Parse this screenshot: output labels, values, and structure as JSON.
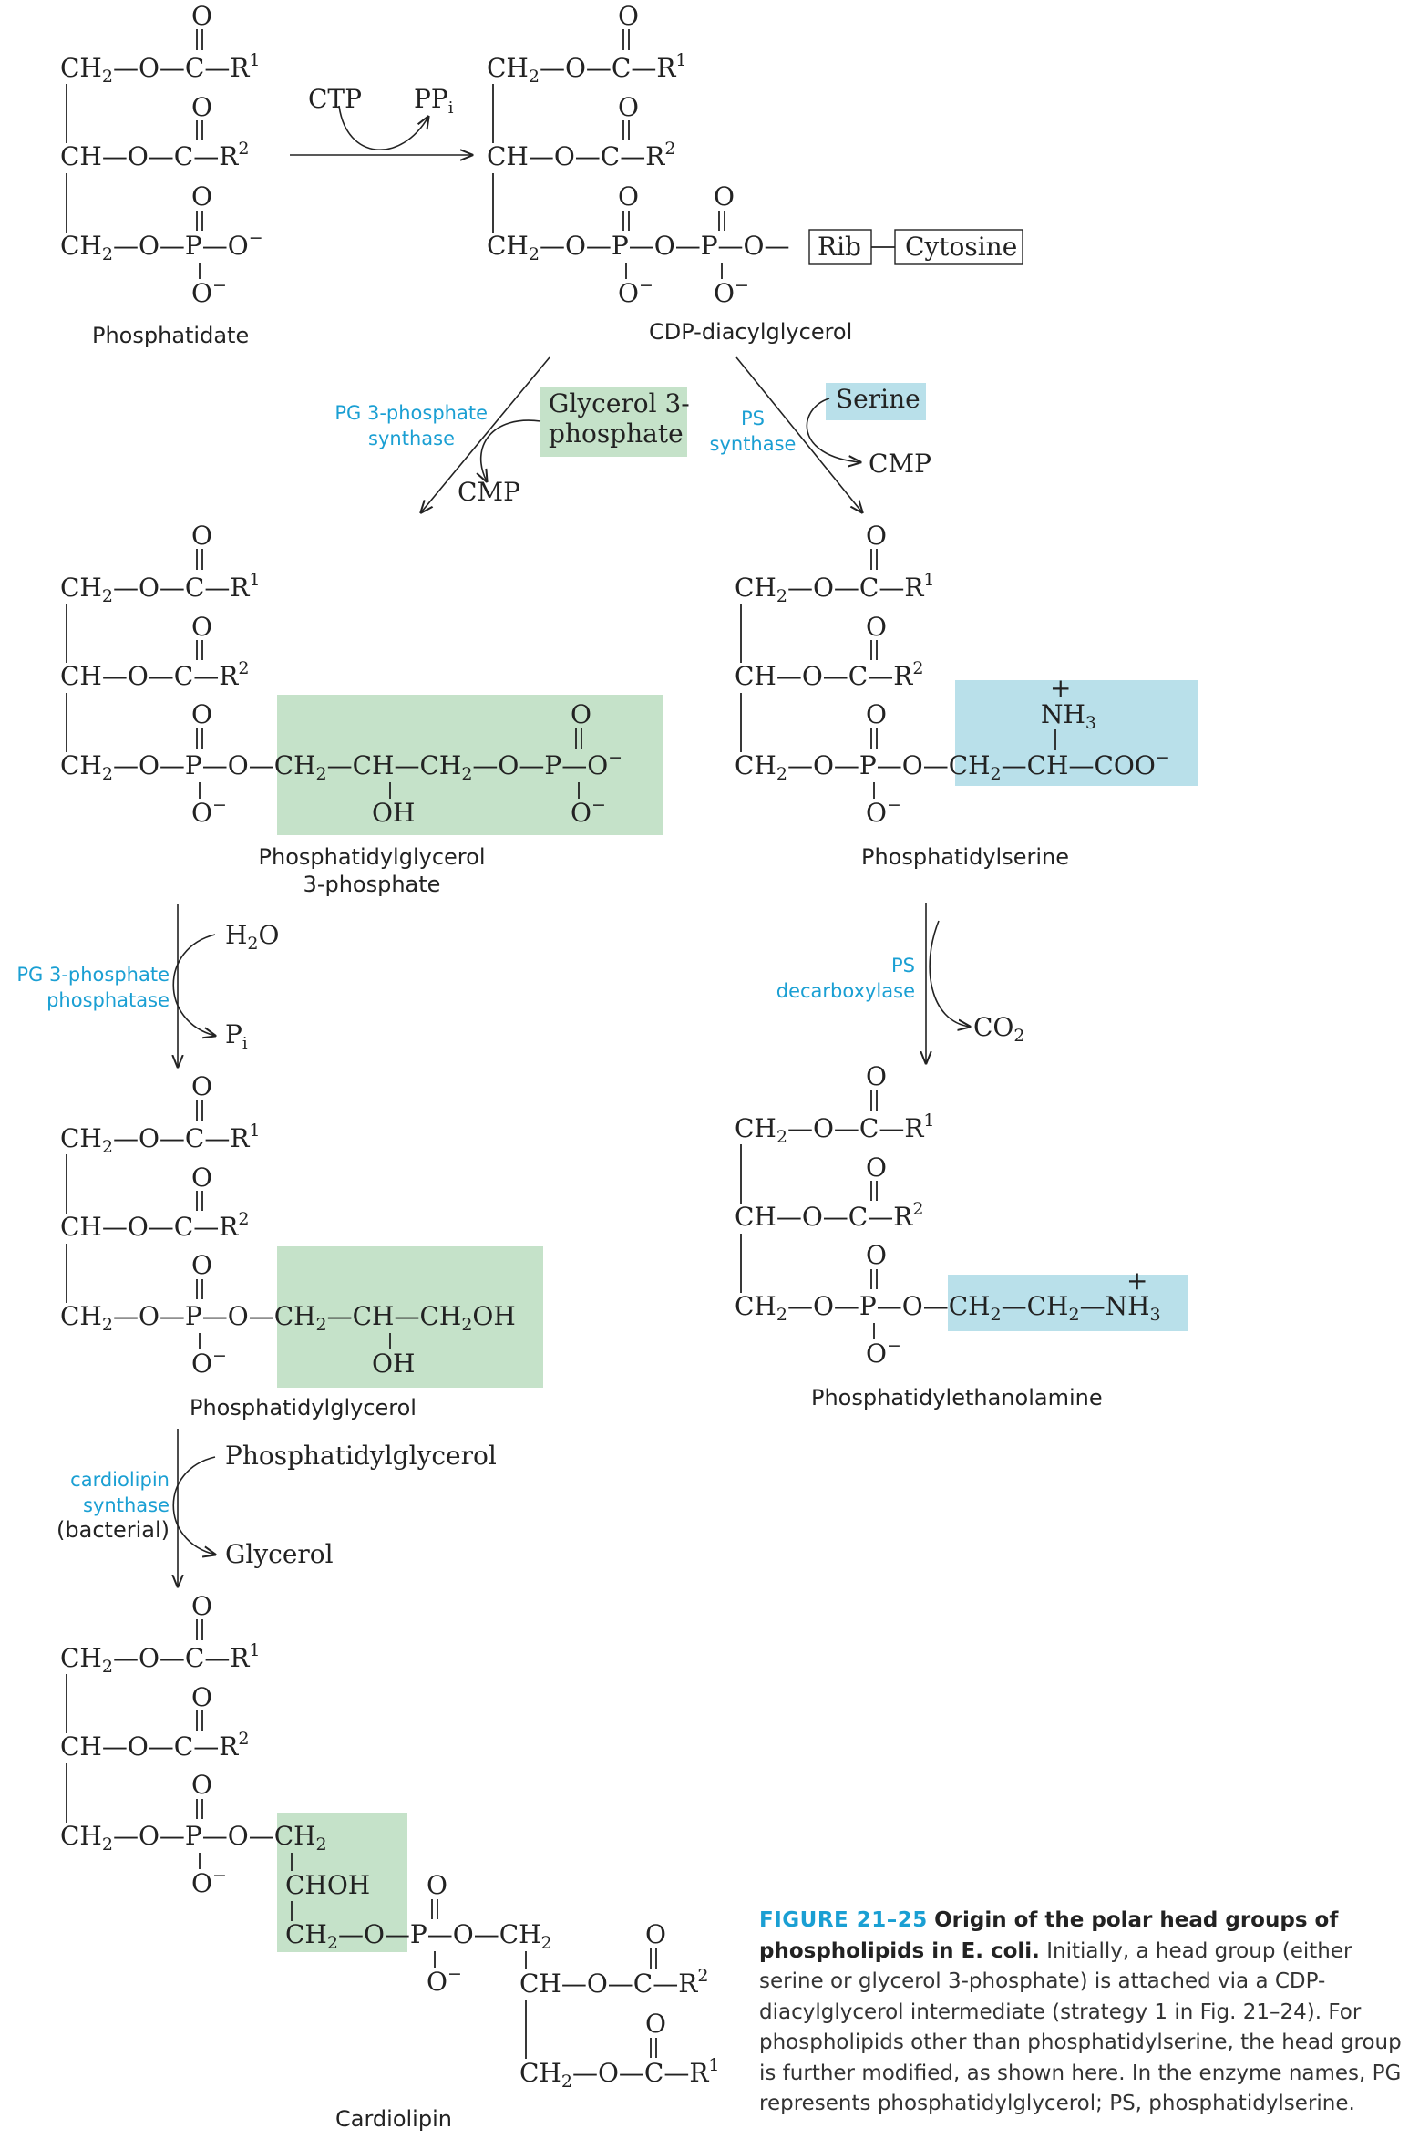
{
  "colors": {
    "enzyme": "#1a9fd3",
    "green_highlight": "#c5e2c9",
    "blue_highlight": "#b9e0ea"
  },
  "compounds": {
    "phosphatidate": "Phosphatidate",
    "cdp_dag": "CDP-diacylglycerol",
    "pgp_line1": "Phosphatidylglycerol",
    "pgp_line2": "3-phosphate",
    "ps": "Phosphatidylserine",
    "pg": "Phosphatidylglycerol",
    "pe": "Phosphatidylethanolamine",
    "cardiolipin": "Cardiolipin"
  },
  "groups": {
    "rib": "Rib",
    "cytosine": "Cytosine"
  },
  "reagents": {
    "ctp": "CTP",
    "ppi": "PP",
    "ppi_sub": "i",
    "g3p_line1": "Glycerol 3-",
    "g3p_line2": "phosphate",
    "cmp_left": "CMP",
    "serine": "Serine",
    "cmp_right": "CMP",
    "h2o": "H",
    "h2o_sub": "2",
    "h2o_o": "O",
    "pi": "P",
    "pi_sub": "i",
    "co2": "CO",
    "co2_sub": "2",
    "pg_in": "Phosphatidylglycerol",
    "glycerol_out": "Glycerol"
  },
  "enzymes": {
    "pgp_synthase_1": "PG 3-phosphate",
    "pgp_synthase_2": "synthase",
    "ps_synthase_1": "PS",
    "ps_synthase_2": "synthase",
    "pgp_phosphatase_1": "PG 3-phosphate",
    "pgp_phosphatase_2": "phosphatase",
    "ps_decarboxylase_1": "PS",
    "ps_decarboxylase_2": "decarboxylase",
    "cl_synthase_1": "cardiolipin",
    "cl_synthase_2": "synthase",
    "cl_synthase_3": "(bacterial)"
  },
  "caption": {
    "figure_number": "FIGURE 21–25",
    "title": "Origin of the polar head groups of phospholipids in E. coli.",
    "body": "Initially, a head group (either serine or glycerol 3-phosphate) is attached via a CDP-diacylglycerol intermediate (strategy 1 in Fig. 21–24). For phospholipids other than phosphatidylserine, the head group is further modified, as shown here. In the enzyme names, PG represents phosphatidylglycerol; PS, phosphatidylserine."
  }
}
